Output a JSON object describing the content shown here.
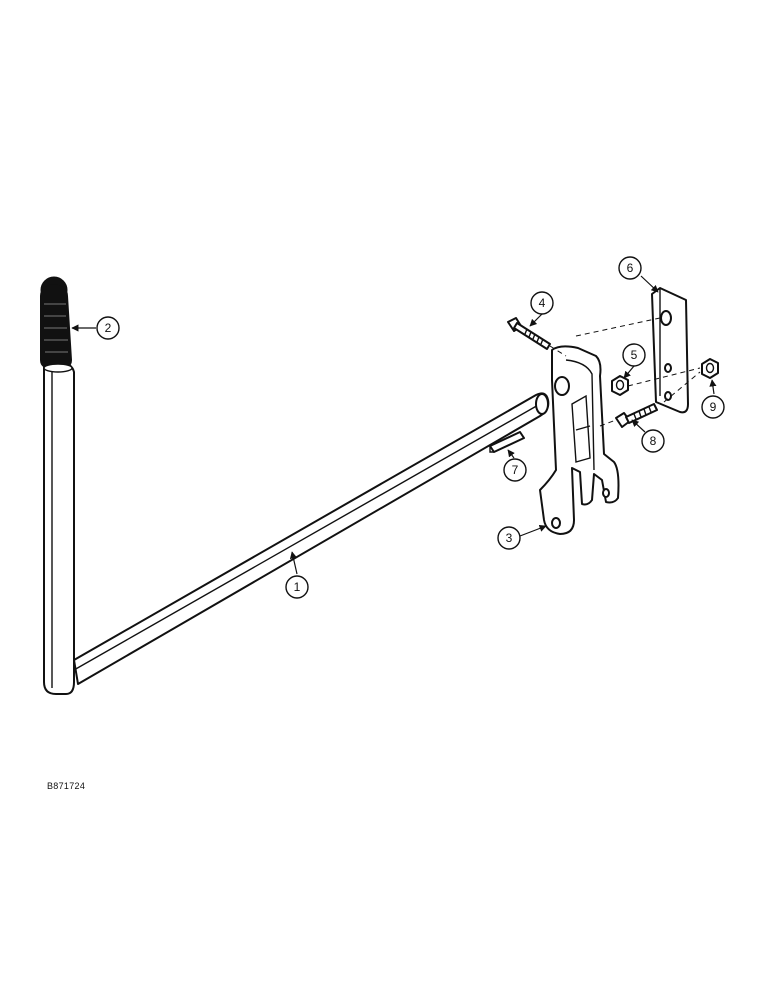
{
  "figure_id": "B871724",
  "callouts": [
    "1",
    "2",
    "3",
    "4",
    "5",
    "6",
    "7",
    "8",
    "9"
  ]
}
